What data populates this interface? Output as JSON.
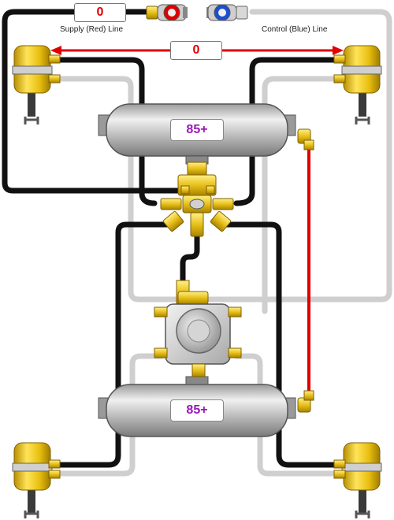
{
  "gauges": {
    "supply_value": "0",
    "control_value": "0"
  },
  "labels": {
    "supply_line": "Supply (Red) Line",
    "control_line": "Control (Blue) Line"
  },
  "tanks": {
    "upper_pressure": "85+",
    "lower_pressure": "85+"
  },
  "colors": {
    "supply_red": "#e00000",
    "control_blue": "#1a4fd0",
    "hose_black": "#111111",
    "hose_gray": "#cfcfcf",
    "tank_label_purple": "#9a17b8",
    "brass": "#e9c21a"
  }
}
